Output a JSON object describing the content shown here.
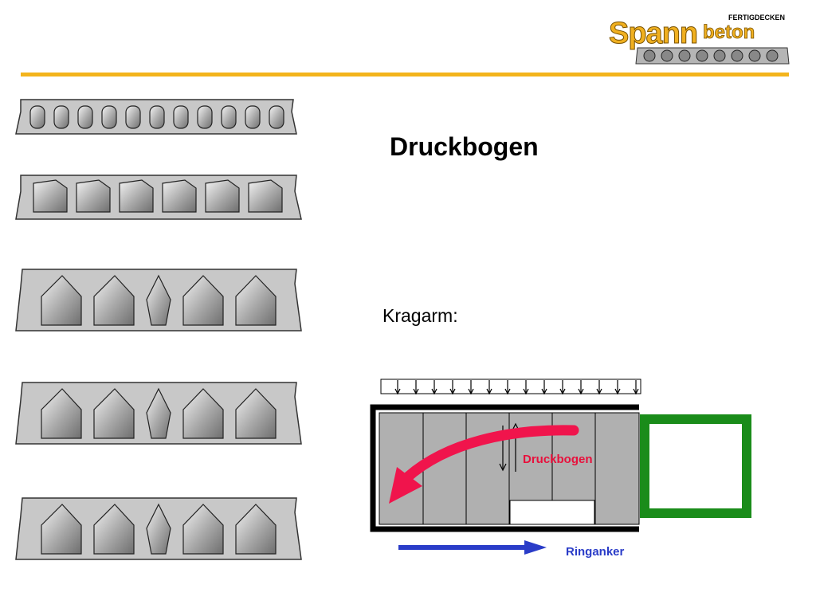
{
  "slide": {
    "title": "Druckbogen",
    "subtitle": "Kragarm:"
  },
  "logo": {
    "small_text": "FERTIGDECKEN",
    "brand_part1": "Spann",
    "brand_part2": "beton"
  },
  "diagram": {
    "arc_label": "Druckbogen",
    "tie_label": "Ringanker"
  },
  "colors": {
    "accent_rule": "#f3b41c",
    "logo_gold": "#f0b020",
    "slab_gray": "#c8c8c8",
    "panel_gray": "#b0b0b0",
    "wall_green": "#1a8c1a",
    "compression_arc": "#f0144c",
    "ring_anchor": "#2a3cc8"
  }
}
